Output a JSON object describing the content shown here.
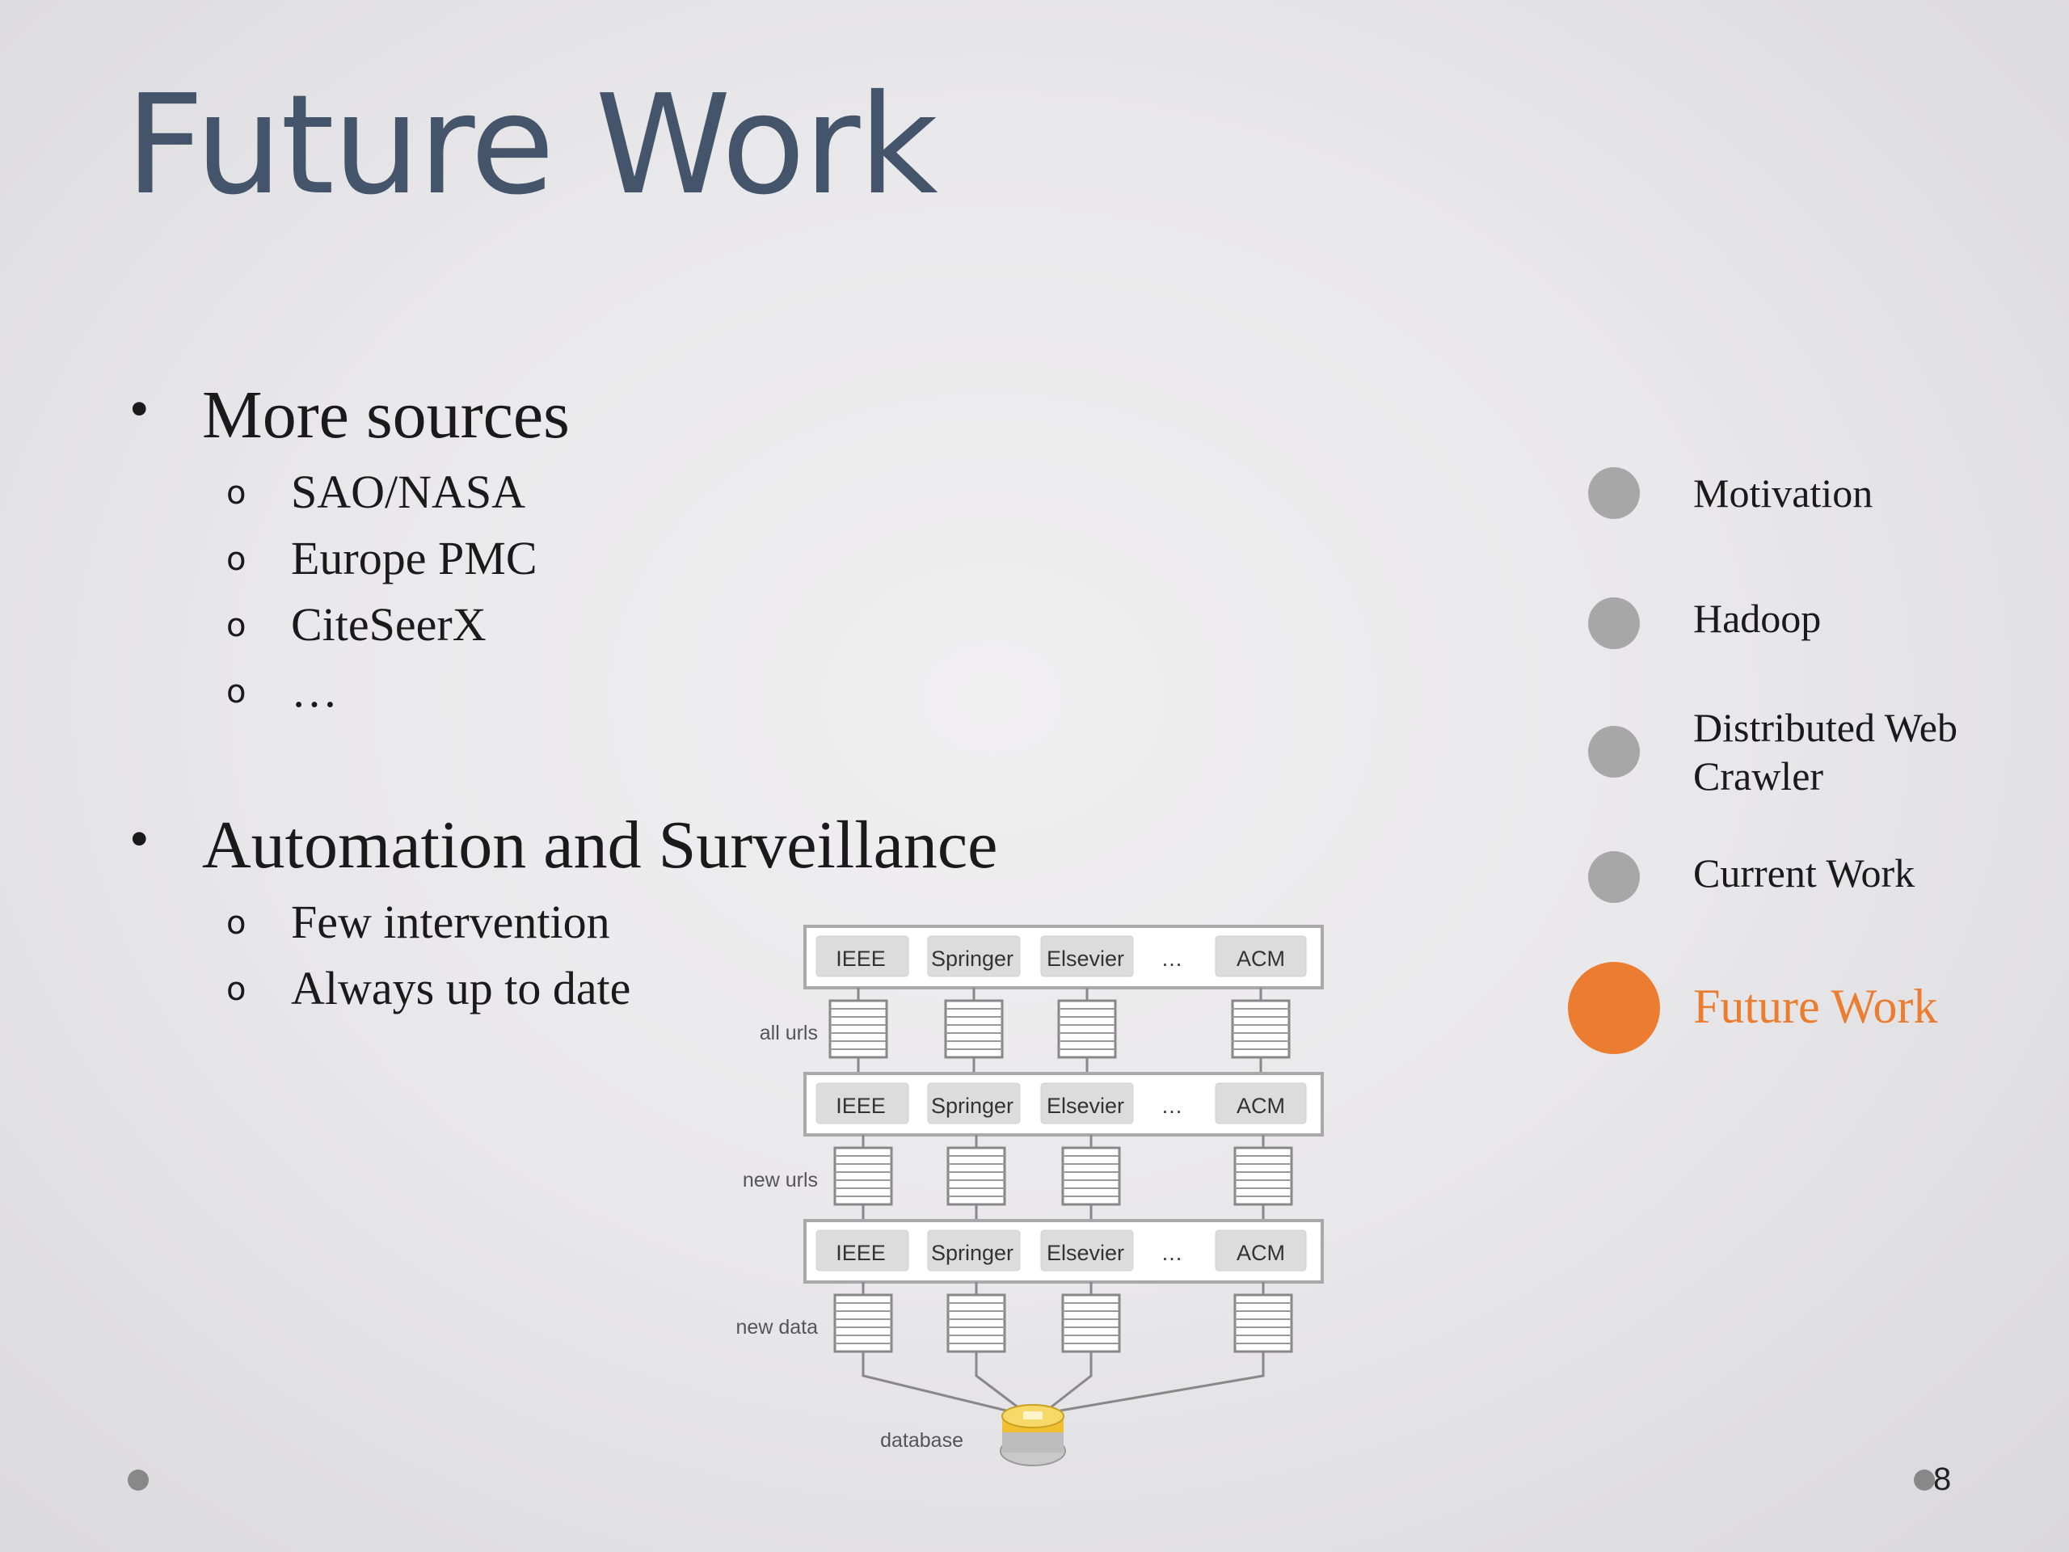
{
  "slide": {
    "title": "Future Work",
    "sections": [
      {
        "heading": "More sources",
        "items": [
          "SAO/NASA",
          "Europe PMC",
          "CiteSeerX",
          "…"
        ]
      },
      {
        "heading": "Automation and Surveillance",
        "items": [
          "Few intervention",
          "Always up to date"
        ]
      }
    ],
    "page_number": "8",
    "bullet_glyph": "•",
    "sub_bullet_glyph": "o"
  },
  "nav": {
    "items": [
      {
        "label": "Motivation",
        "active": false
      },
      {
        "label": "Hadoop",
        "active": false
      },
      {
        "label": "Distributed Web Crawler",
        "active": false
      },
      {
        "label": "Current Work",
        "active": false
      },
      {
        "label": "Future Work",
        "active": true
      }
    ],
    "inactive_color": "#a7a7a7",
    "active_color": "#ec7c30"
  },
  "diagram": {
    "sources": [
      "IEEE",
      "Springer",
      "Elsevier",
      "…",
      "ACM"
    ],
    "stage_labels": [
      "all urls",
      "new urls",
      "new data"
    ],
    "database_label": "database",
    "database_color": "#f0c030"
  }
}
